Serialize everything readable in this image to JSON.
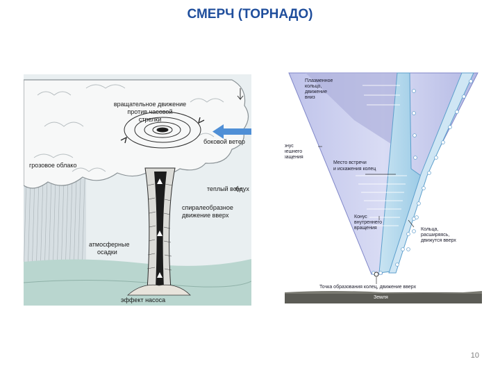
{
  "slide": {
    "title": "СМЕРЧ (ТОРНАДО)",
    "page_number": "10"
  },
  "left_diagram": {
    "labels": {
      "rotation_line1": "вращательное движение",
      "rotation_line2": "против часовой",
      "rotation_line3": "стрелки",
      "storm_cloud": "грозовое облако",
      "side_wind": "боковой ветер",
      "warm_air": "теплый воздух",
      "spiral_line1": "спиралеобразное",
      "spiral_line2": "движение вверх",
      "precip_line1": "атмосферные",
      "precip_line2": "осадки",
      "pump_effect": "эффект насоса"
    }
  },
  "right_diagram": {
    "labels": {
      "plasma_line1": "Плазменное",
      "plasma_line2": "кольцо,",
      "plasma_line3": "движение",
      "plasma_line4": "вниз",
      "outer_line1": "Конус",
      "outer_line2": "внешнего",
      "outer_line3": "вращения",
      "meeting_line1": "Место встречи",
      "meeting_line2": "и искажения колец",
      "inner_line1": "Конус",
      "inner_line2": "внутреннего",
      "inner_line3": "вращения",
      "rings_line1": "Кольца,",
      "rings_line2": "расширяясь,",
      "rings_line3": "движутся вверх",
      "origin_point": "Точка образования колец, движение вверх",
      "ground": "Земля"
    }
  }
}
